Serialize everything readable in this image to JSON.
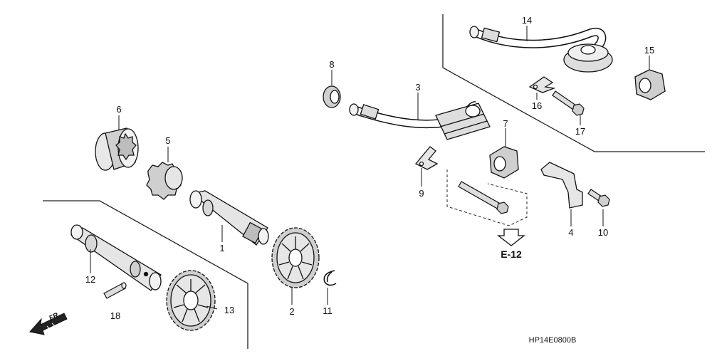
{
  "diagram": {
    "code": "HP14E0800B",
    "ref_label": "E-12",
    "fr_label": "FR.",
    "parts": [
      {
        "id": "p1",
        "number": "1"
      },
      {
        "id": "p2",
        "number": "2"
      },
      {
        "id": "p3",
        "number": "3"
      },
      {
        "id": "p4",
        "number": "4"
      },
      {
        "id": "p5",
        "number": "5"
      },
      {
        "id": "p6",
        "number": "6"
      },
      {
        "id": "p7",
        "number": "7"
      },
      {
        "id": "p8",
        "number": "8"
      },
      {
        "id": "p9",
        "number": "9"
      },
      {
        "id": "p10",
        "number": "10"
      },
      {
        "id": "p11",
        "number": "11"
      },
      {
        "id": "p12",
        "number": "12"
      },
      {
        "id": "p13",
        "number": "13"
      },
      {
        "id": "p14",
        "number": "14"
      },
      {
        "id": "p15",
        "number": "15"
      },
      {
        "id": "p16",
        "number": "16"
      },
      {
        "id": "p17",
        "number": "17"
      },
      {
        "id": "p18",
        "number": "18"
      }
    ]
  }
}
